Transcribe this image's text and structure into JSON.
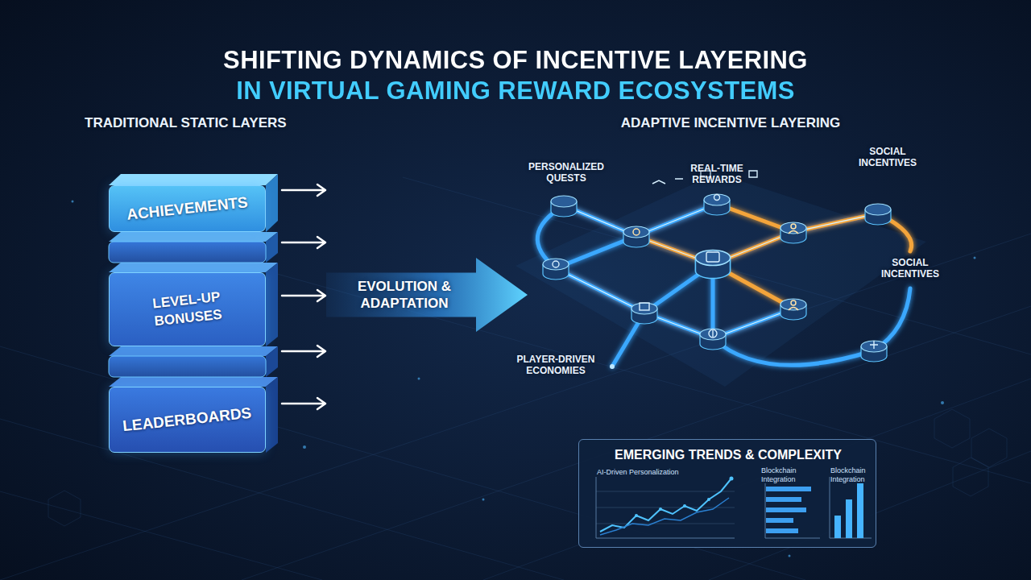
{
  "diagram": {
    "title": "SHIFTING DYNAMICS OF INCENTIVE LAYERING IN VIRTUAL GAMING REWARD ECOSYSTEMS",
    "nodes": [
      {
        "text": [
          "ACHIEVEMENTS"
        ]
      },
      {
        "text": [
          "LEVEL-UP BONUSES"
        ]
      },
      {
        "text": [
          "LEADERBOARDS"
        ]
      },
      {
        "text": [
          "EVOLUTION & ADAPTATION"
        ]
      },
      {
        "text": [
          "EMERGING TRENDS & COMPLEXITY",
          "AI-Driven Personalization",
          "Blockchain Integration",
          "Blockchain Integration"
        ]
      }
    ],
    "labels": [
      "TRADITIONAL STATIC LAYERS",
      "ADAPTIVE INCENTIVE LAYERING",
      "PERSONALIZED QUESTS",
      "REAL-TIME REWARDS",
      "SOCIAL INCENTIVES",
      "SOCIAL INCENTIVES",
      "PLAYER-DRIVEN ECONOMIES"
    ]
  }
}
